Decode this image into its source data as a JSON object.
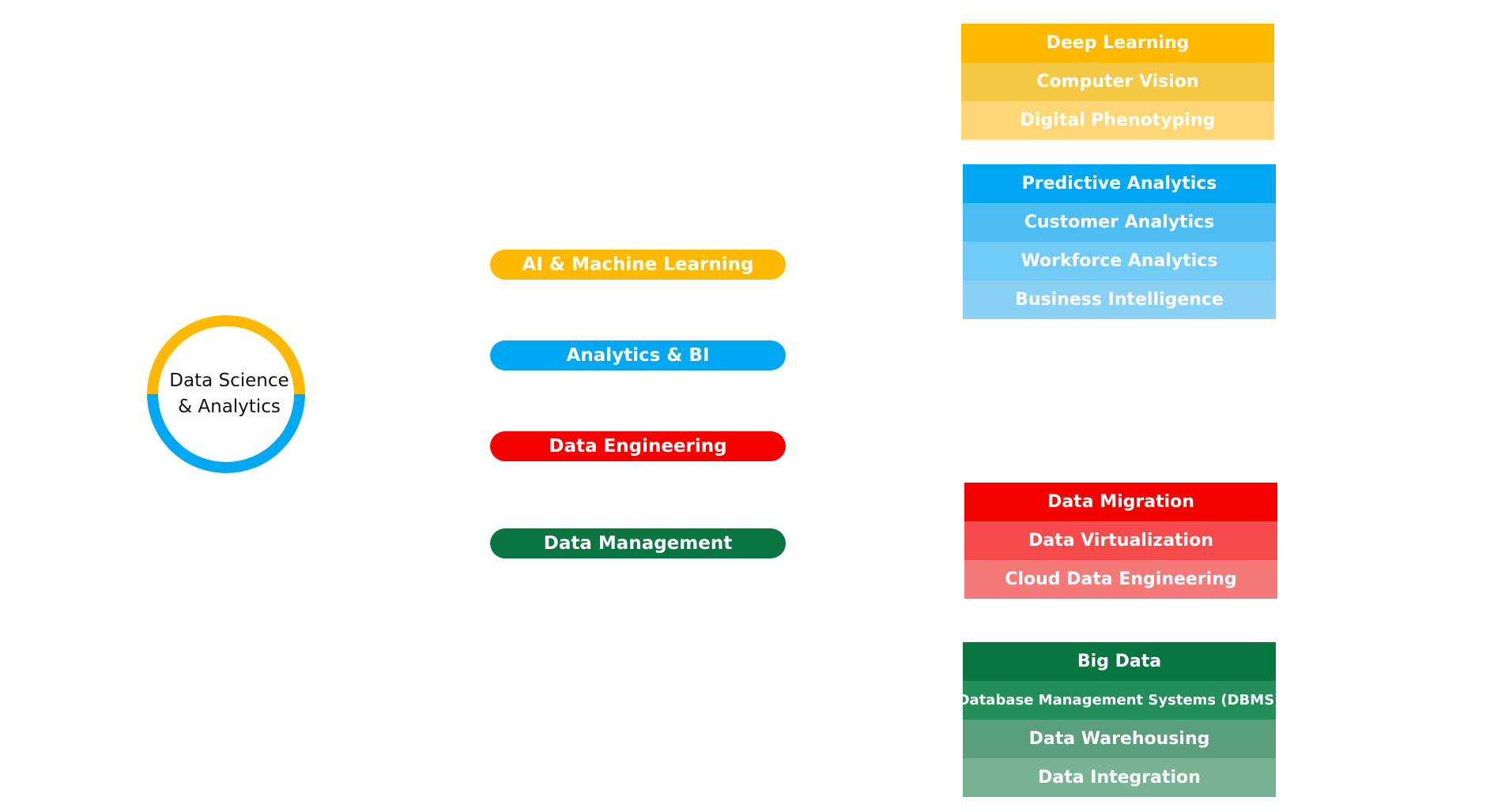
{
  "hub": {
    "line1": "Data Science",
    "line2": "& Analytics",
    "top_color": "#FFB800",
    "bottom_color": "#00A8F4"
  },
  "categories": [
    {
      "label": "AI & Machine Learning",
      "color": "#FFB800"
    },
    {
      "label": "Analytics & BI",
      "color": "#00A8F4"
    },
    {
      "label": "Data Engineering",
      "color": "#F60000"
    },
    {
      "label": "Data Management",
      "color": "#097540"
    }
  ],
  "groups": [
    {
      "items": [
        {
          "label": "Deep Learning",
          "color": "#FFB800"
        },
        {
          "label": "Computer Vision",
          "color": "#F6C645"
        },
        {
          "label": "Digital Phenotyping",
          "color": "#FDD775"
        }
      ]
    },
    {
      "items": [
        {
          "label": "Predictive Analytics",
          "color": "#00A8F4"
        },
        {
          "label": "Customer Analytics",
          "color": "#4BBDF2"
        },
        {
          "label": "Workforce Analytics",
          "color": "#70CBF7"
        },
        {
          "label": "Business Intelligence",
          "color": "#89D0F5"
        }
      ]
    },
    {
      "items": [
        {
          "label": "Data Migration",
          "color": "#F60000"
        },
        {
          "label": "Data Virtualization",
          "color": "#F54B4B"
        },
        {
          "label": "Cloud Data Engineering",
          "color": "#F47A7A"
        }
      ]
    },
    {
      "items": [
        {
          "label": "Big Data",
          "color": "#097540"
        },
        {
          "label": "Database Management Systems (DBMS)",
          "color": "#248E5A"
        },
        {
          "label": "Data Warehousing",
          "color": "#5A9E7C"
        },
        {
          "label": "Data Integration",
          "color": "#79B394"
        }
      ]
    }
  ]
}
